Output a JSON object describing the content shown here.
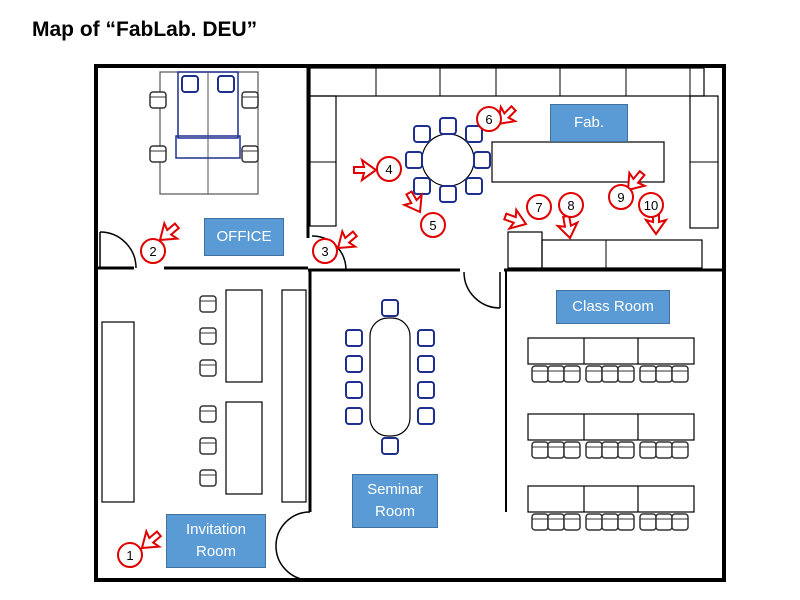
{
  "title": "Map of “FabLab. DEU”",
  "rooms": {
    "office": "OFFICE",
    "fab": "Fab.",
    "classroom": "Class Room",
    "seminar": "Seminar\nRoom",
    "invitation": "Invitation\nRoom"
  },
  "markers": [
    "1",
    "2",
    "3",
    "4",
    "5",
    "6",
    "7",
    "8",
    "9",
    "10"
  ],
  "colors": {
    "wall": "#000000",
    "furniture": "#1f2f8f",
    "marker": "#e00000",
    "label_bg": "#5b9bd5"
  }
}
